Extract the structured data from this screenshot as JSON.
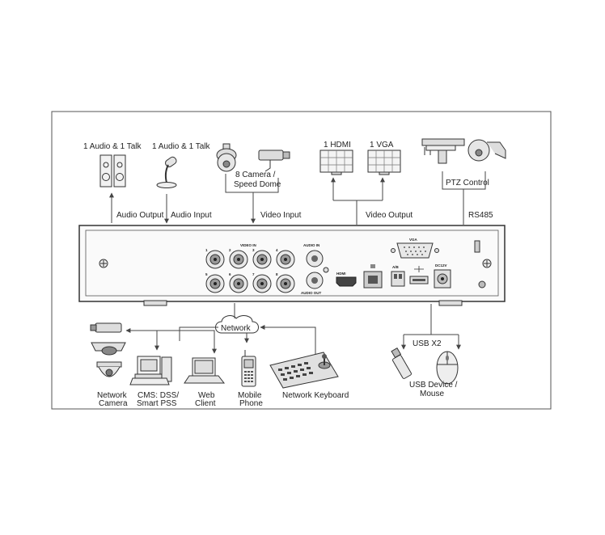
{
  "labels": {
    "audio_talk_left": "1 Audio  & 1 Talk",
    "audio_talk_right": "1 Audio & 1 Talk",
    "camera_dome_1": "8  Camera /",
    "camera_dome_2": "Speed Dome",
    "hdmi": "1 HDMI",
    "vga": "1 VGA",
    "ptz_control": "PTZ Control",
    "audio_output": "Audio  Output",
    "audio_input": "Audio  Input",
    "video_input": "Video Input",
    "video_output": "Video Output",
    "rs485": "RS485",
    "network": "Network",
    "usb_x2": "USB X2",
    "network_camera_1": "Network",
    "network_camera_2": "Camera",
    "cms_1": "CMS: DSS/",
    "cms_2": "Smart PSS",
    "web_client_1": "Web",
    "web_client_2": "Client",
    "mobile_phone_1": "Mobile",
    "mobile_phone_2": "Phone",
    "network_keyboard": "Network Keyboard",
    "usb_device_1": "USB Device /",
    "usb_device_2": "Mouse"
  },
  "panel_labels": {
    "video_in": "VIDEO IN",
    "audio_in": "AUDIO IN",
    "audio_out": "AUDIO OUT",
    "vga": "VGA",
    "hdmi": "HDMI",
    "ab": "A/B",
    "power": "DC12V",
    "bnc_top": [
      "1",
      "2",
      "3",
      "4"
    ],
    "bnc_bottom": [
      "5",
      "6",
      "7",
      "8"
    ]
  },
  "colors": {
    "line": "#444444",
    "device_fill": "#e8e8e8",
    "device_dark": "#555555"
  }
}
